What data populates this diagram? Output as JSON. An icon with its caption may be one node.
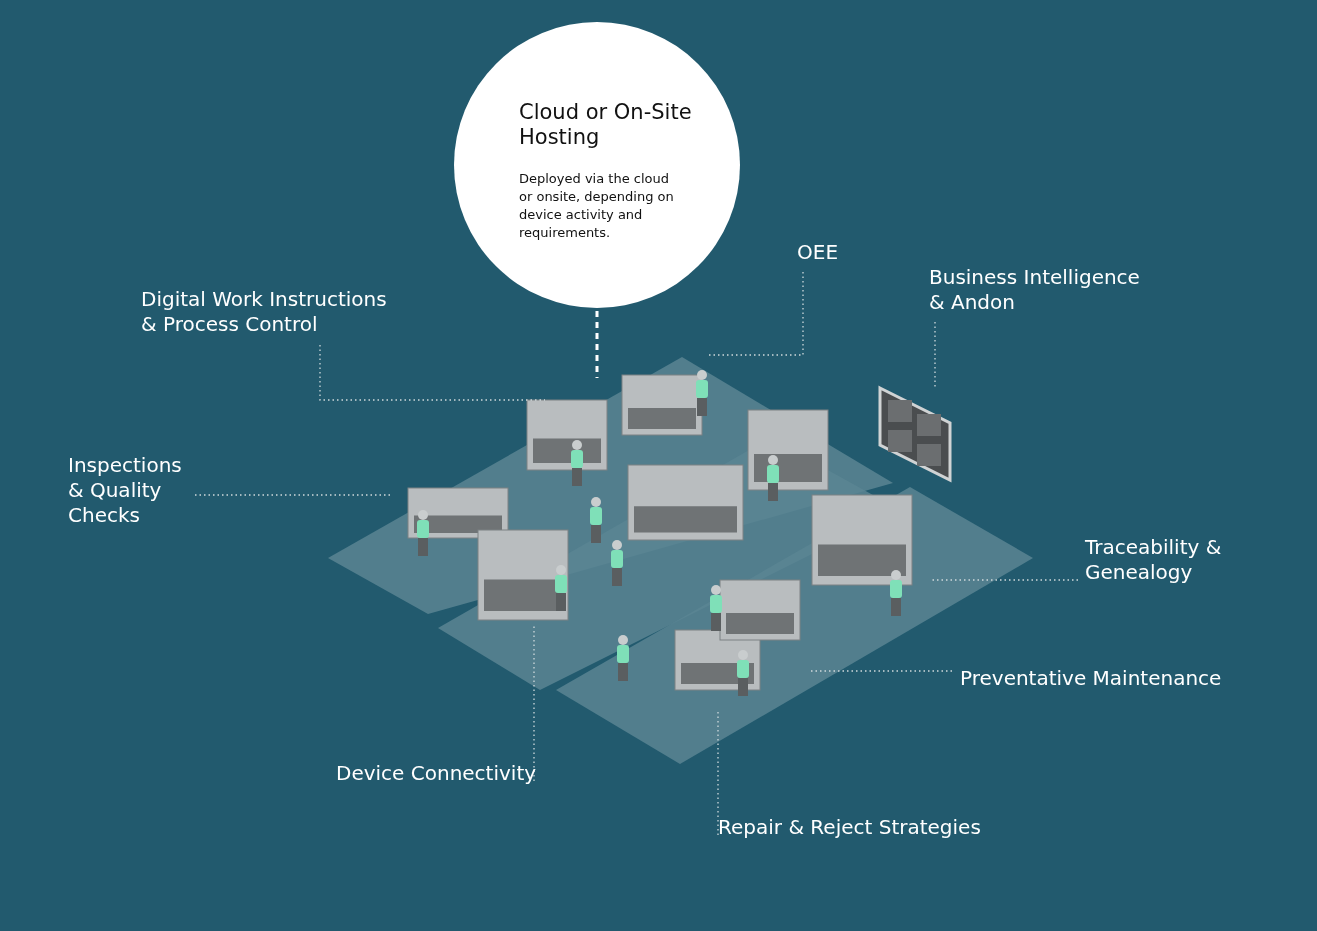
{
  "diagram": {
    "nodes": [
      {
        "text": [
          "Cloud or On-Site Hosting",
          "Deployed via the cloud or onsite, depending on device activity and requirements."
        ]
      },
      {
        "text": [
          "OEE"
        ]
      },
      {
        "text": [
          "Business Intelligence & Andon"
        ]
      },
      {
        "text": [
          "Digital Work Instructions & Process Control"
        ]
      },
      {
        "text": [
          "Inspections & Quality Checks"
        ]
      },
      {
        "text": [
          "Traceability & Genealogy"
        ]
      },
      {
        "text": [
          "Preventative Maintenance"
        ]
      },
      {
        "text": [
          "Device Connectivity"
        ]
      },
      {
        "text": [
          "Repair & Reject Strategies"
        ]
      },
      {
        "text": [],
        "shape": "picture"
      }
    ],
    "edges": [
      {
        "from": 0,
        "to": null,
        "arrow": "none",
        "style": "dashed"
      },
      {
        "from": 1,
        "to": null,
        "arrow": "none"
      },
      {
        "from": 2,
        "to": 9,
        "arrow": "none"
      },
      {
        "from": 3,
        "to": null,
        "arrow": "none"
      },
      {
        "from": 4,
        "to": null,
        "arrow": "none"
      },
      {
        "from": 5,
        "to": null,
        "arrow": "none"
      },
      {
        "from": 6,
        "to": null,
        "arrow": "none"
      },
      {
        "from": 7,
        "to": null,
        "arrow": "none"
      },
      {
        "from": 8,
        "to": null,
        "arrow": "none"
      }
    ]
  }
}
